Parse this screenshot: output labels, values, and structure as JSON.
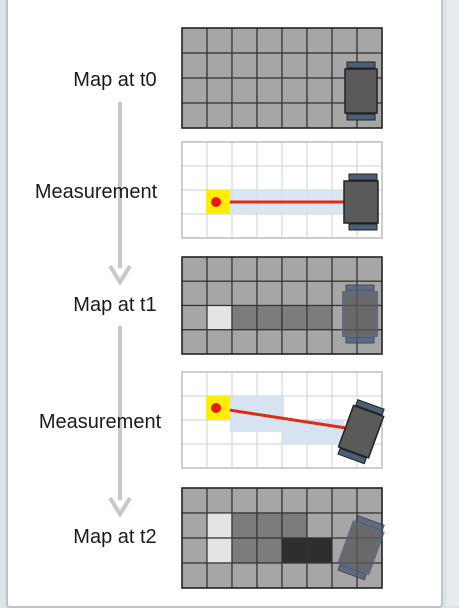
{
  "labels": {
    "map_t0": "Map at t0",
    "measurement_1": "Measurement",
    "map_t1": "Map at t1",
    "measurement_2": "Measurement",
    "map_t2": "Map at t2"
  },
  "colors": {
    "occupancy_unknown": "#a6a6a6",
    "occupancy_free": "#e4e4e4",
    "occupancy_mid": "#7c7c7c",
    "occupancy_occupied": "#2e2e2e",
    "beam": "#e02a14",
    "endpoint": "#e8180c",
    "endpoint_highlight": "#ffee00",
    "sensor_cone": "#d6e4f2",
    "robot_body": "#5a5a5a",
    "robot_wheel": "#4a5f78",
    "flow_arrow": "#c8c8c8",
    "grid_dark": "#333333",
    "grid_light": "#cfcfcf"
  },
  "icons": {
    "robot": "robot-icon",
    "arrow": "down-arrow-icon"
  },
  "grids": {
    "map_t1_cells": [
      [
        0,
        0,
        0,
        0,
        0,
        0,
        0,
        0
      ],
      [
        0,
        0,
        0,
        0,
        0,
        0,
        0,
        0
      ],
      [
        0,
        1,
        2,
        2,
        2,
        2,
        0,
        0
      ],
      [
        0,
        0,
        0,
        0,
        0,
        0,
        0,
        0
      ]
    ],
    "map_t2_cells": [
      [
        0,
        0,
        0,
        0,
        0,
        0,
        0,
        0
      ],
      [
        0,
        1,
        2,
        2,
        2,
        0,
        0,
        0
      ],
      [
        0,
        1,
        2,
        2,
        3,
        3,
        0,
        0
      ],
      [
        0,
        0,
        0,
        0,
        0,
        0,
        0,
        0
      ]
    ]
  }
}
